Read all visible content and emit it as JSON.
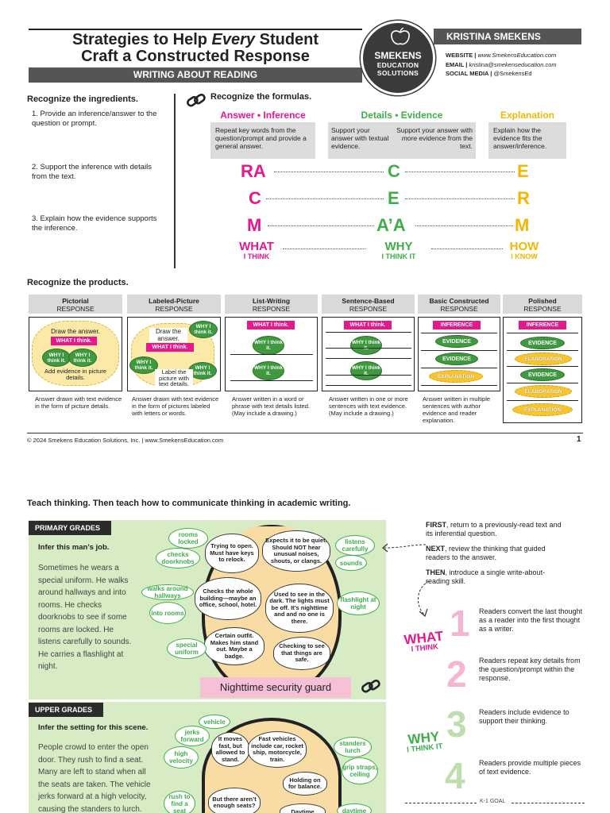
{
  "header": {
    "title_line1_pre": "Strategies to Help ",
    "title_line1_em": "Every",
    "title_line1_post": " Student",
    "title_line2": "Craft a Constructed Response",
    "subtitle": "WRITING ABOUT READING",
    "logo_line1": "SMEKENS",
    "logo_line2": "EDUCATION",
    "logo_line3": "SOLUTIONS",
    "author": "KRISTINA SMEKENS",
    "website_label": "WEBSITE |",
    "website": "www.SmekensEducation.com",
    "email_label": "EMAIL |",
    "email": "kristina@smekenseducation.com",
    "social_label": "SOCIAL MEDIA |",
    "social": "@SmekensEd"
  },
  "ingredients": {
    "heading": "Recognize the ingredients.",
    "items": [
      "1. Provide an inference/answer to the question or prompt.",
      "2. Support the inference with details from the text.",
      "3. Explain how the evidence supports the inference."
    ]
  },
  "formulas": {
    "heading": "Recognize the formulas.",
    "col1_title": "Answer • Inference",
    "col2_title": "Details • Evidence",
    "col3_title": "Explanation",
    "col1_desc": "Repeat key words from the question/prompt and provide a general answer.",
    "col2a_desc": "Support your answer with textual evidence.",
    "col2b_desc_pre": "Support your answer with ",
    "col2b_em": "more",
    "col2b_desc_post": " evidence from the text.",
    "col3_desc": "Explain how the evidence fits the answer/inference.",
    "rows": [
      [
        "RA",
        "C",
        "E"
      ],
      [
        "C",
        "E",
        "R"
      ],
      [
        "M",
        "A’A",
        "M"
      ]
    ],
    "what": "WHAT",
    "what_sub": "I THINK",
    "why": "WHY",
    "why_sub": "I THINK IT",
    "how": "HOW",
    "how_sub": "I KNOW"
  },
  "products": {
    "heading": "Recognize the products.",
    "tabs": [
      {
        "name": "Pictorial",
        "sub": "RESPONSE",
        "desc": "Answer drawn with text evidence in the form of picture details."
      },
      {
        "name": "Labeled-Picture",
        "sub": "RESPONSE",
        "desc": "Answer drawn with text evidence in the form of pictures labeled with letters or words."
      },
      {
        "name": "List-Writing",
        "sub": "RESPONSE",
        "desc": "Answer written in a word or phrase with text details listed. (May include a drawing.)"
      },
      {
        "name": "Sentence-Based",
        "sub": "RESPONSE",
        "desc": "Answer written in one or more sentences with text evidence. (May include a drawing.)"
      },
      {
        "name": "Basic Constructed",
        "sub": "RESPONSE",
        "desc": "Answer written in multiple sentences with author evidence and reader explanation."
      },
      {
        "name": "Polished",
        "sub": "RESPONSE",
        "desc": ""
      }
    ],
    "draw_answer": "Draw the answer.",
    "what_i_think": "WHAT I think.",
    "why_i_think": "WHY I think it.",
    "add_evidence": "Add evidence in picture details.",
    "label_picture": "Label the picture with text details.",
    "inference": "INFERENCE",
    "evidence": "EVIDENCE",
    "explanation": "EXPLANATION",
    "elaboration": "ELABORATION"
  },
  "footer": {
    "copyright": "© 2024 Smekens Education Solutions, Inc. | www.SmekensEducation.com",
    "page_number": "1"
  },
  "teach": {
    "heading": "Teach thinking. Then teach how to communicate thinking in academic writing."
  },
  "primary": {
    "label": "PRIMARY GRADES",
    "prompt": "Infer this man’s job.",
    "passage": "Sometimes he wears a special uniform. He walks around hallways and into rooms. He checks doorknobs to see if some rooms are locked. He listens carefully to sounds. He carries a flashlight at night.",
    "answer": "Nighttime security guard",
    "clouds": [
      "rooms locked",
      "checks doorknobs",
      "walks around hallways",
      "into rooms",
      "special uniform",
      "listens carefully",
      "sounds",
      "flashlight at night"
    ],
    "thoughts": [
      "Trying to open. Must have keys to relock.",
      "Expects it to be quiet. Should NOT hear unusual noises, shouts, or clangs.",
      "Checks the whole building—maybe an office, school, hotel.",
      "Used to see in the dark. The lights must be off. It’s nighttime and and no one is there.",
      "Certain outfit. Makes him stand out. Maybe a badge.",
      "Checking to see that things are safe."
    ]
  },
  "upper": {
    "label": "UPPER GRADES",
    "prompt": "Infer the setting for this scene.",
    "passage": "People crowd to enter the open door. They rush to find a seat. Many are left to stand when all the seats are taken. The vehicle jerks forward at a high velocity, causing the standers to lurch.",
    "clouds": [
      "vehicle",
      "jerks forward",
      "high velocity",
      "standers lurch",
      "grip straps, ceiling",
      "rush to find a seat",
      "daytime"
    ],
    "thoughts": [
      "It moves fast, but allowed to stand.",
      "Fast vehicles include car, rocket ship, motorcycle, train.",
      "Holding on for balance.",
      "But there aren’t enough seats?",
      "Daytime"
    ]
  },
  "steps": {
    "first_label": "FIRST",
    "first_text": ", return to a previously-read text and its inferential question.",
    "next_label": "NEXT",
    "next_text": ", review the thinking that guided readers to the answer.",
    "then_label": "THEN",
    "then_text": ", introduce a single write-about-reading skill.",
    "items": [
      {
        "num": "1",
        "text": "Readers convert the last thought as a reader into the first thought as a writer."
      },
      {
        "num": "2",
        "text": "Readers repeat key details from the question/prompt within the response."
      },
      {
        "num": "3",
        "text": "Readers include evidence to support their thinking."
      },
      {
        "num": "4",
        "text": "Readers provide multiple pieces of text evidence."
      }
    ],
    "what": "WHAT",
    "what_sub": "I THINK",
    "why": "WHY",
    "why_sub": "I THINK IT",
    "goal": "K-1 GOAL"
  },
  "colors": {
    "magenta": "#e6198c",
    "green": "#3fae49",
    "yellow": "#f2b705",
    "dark": "#2b2b2b",
    "panel": "#d7ebc4",
    "tan": "#f8dca4"
  }
}
